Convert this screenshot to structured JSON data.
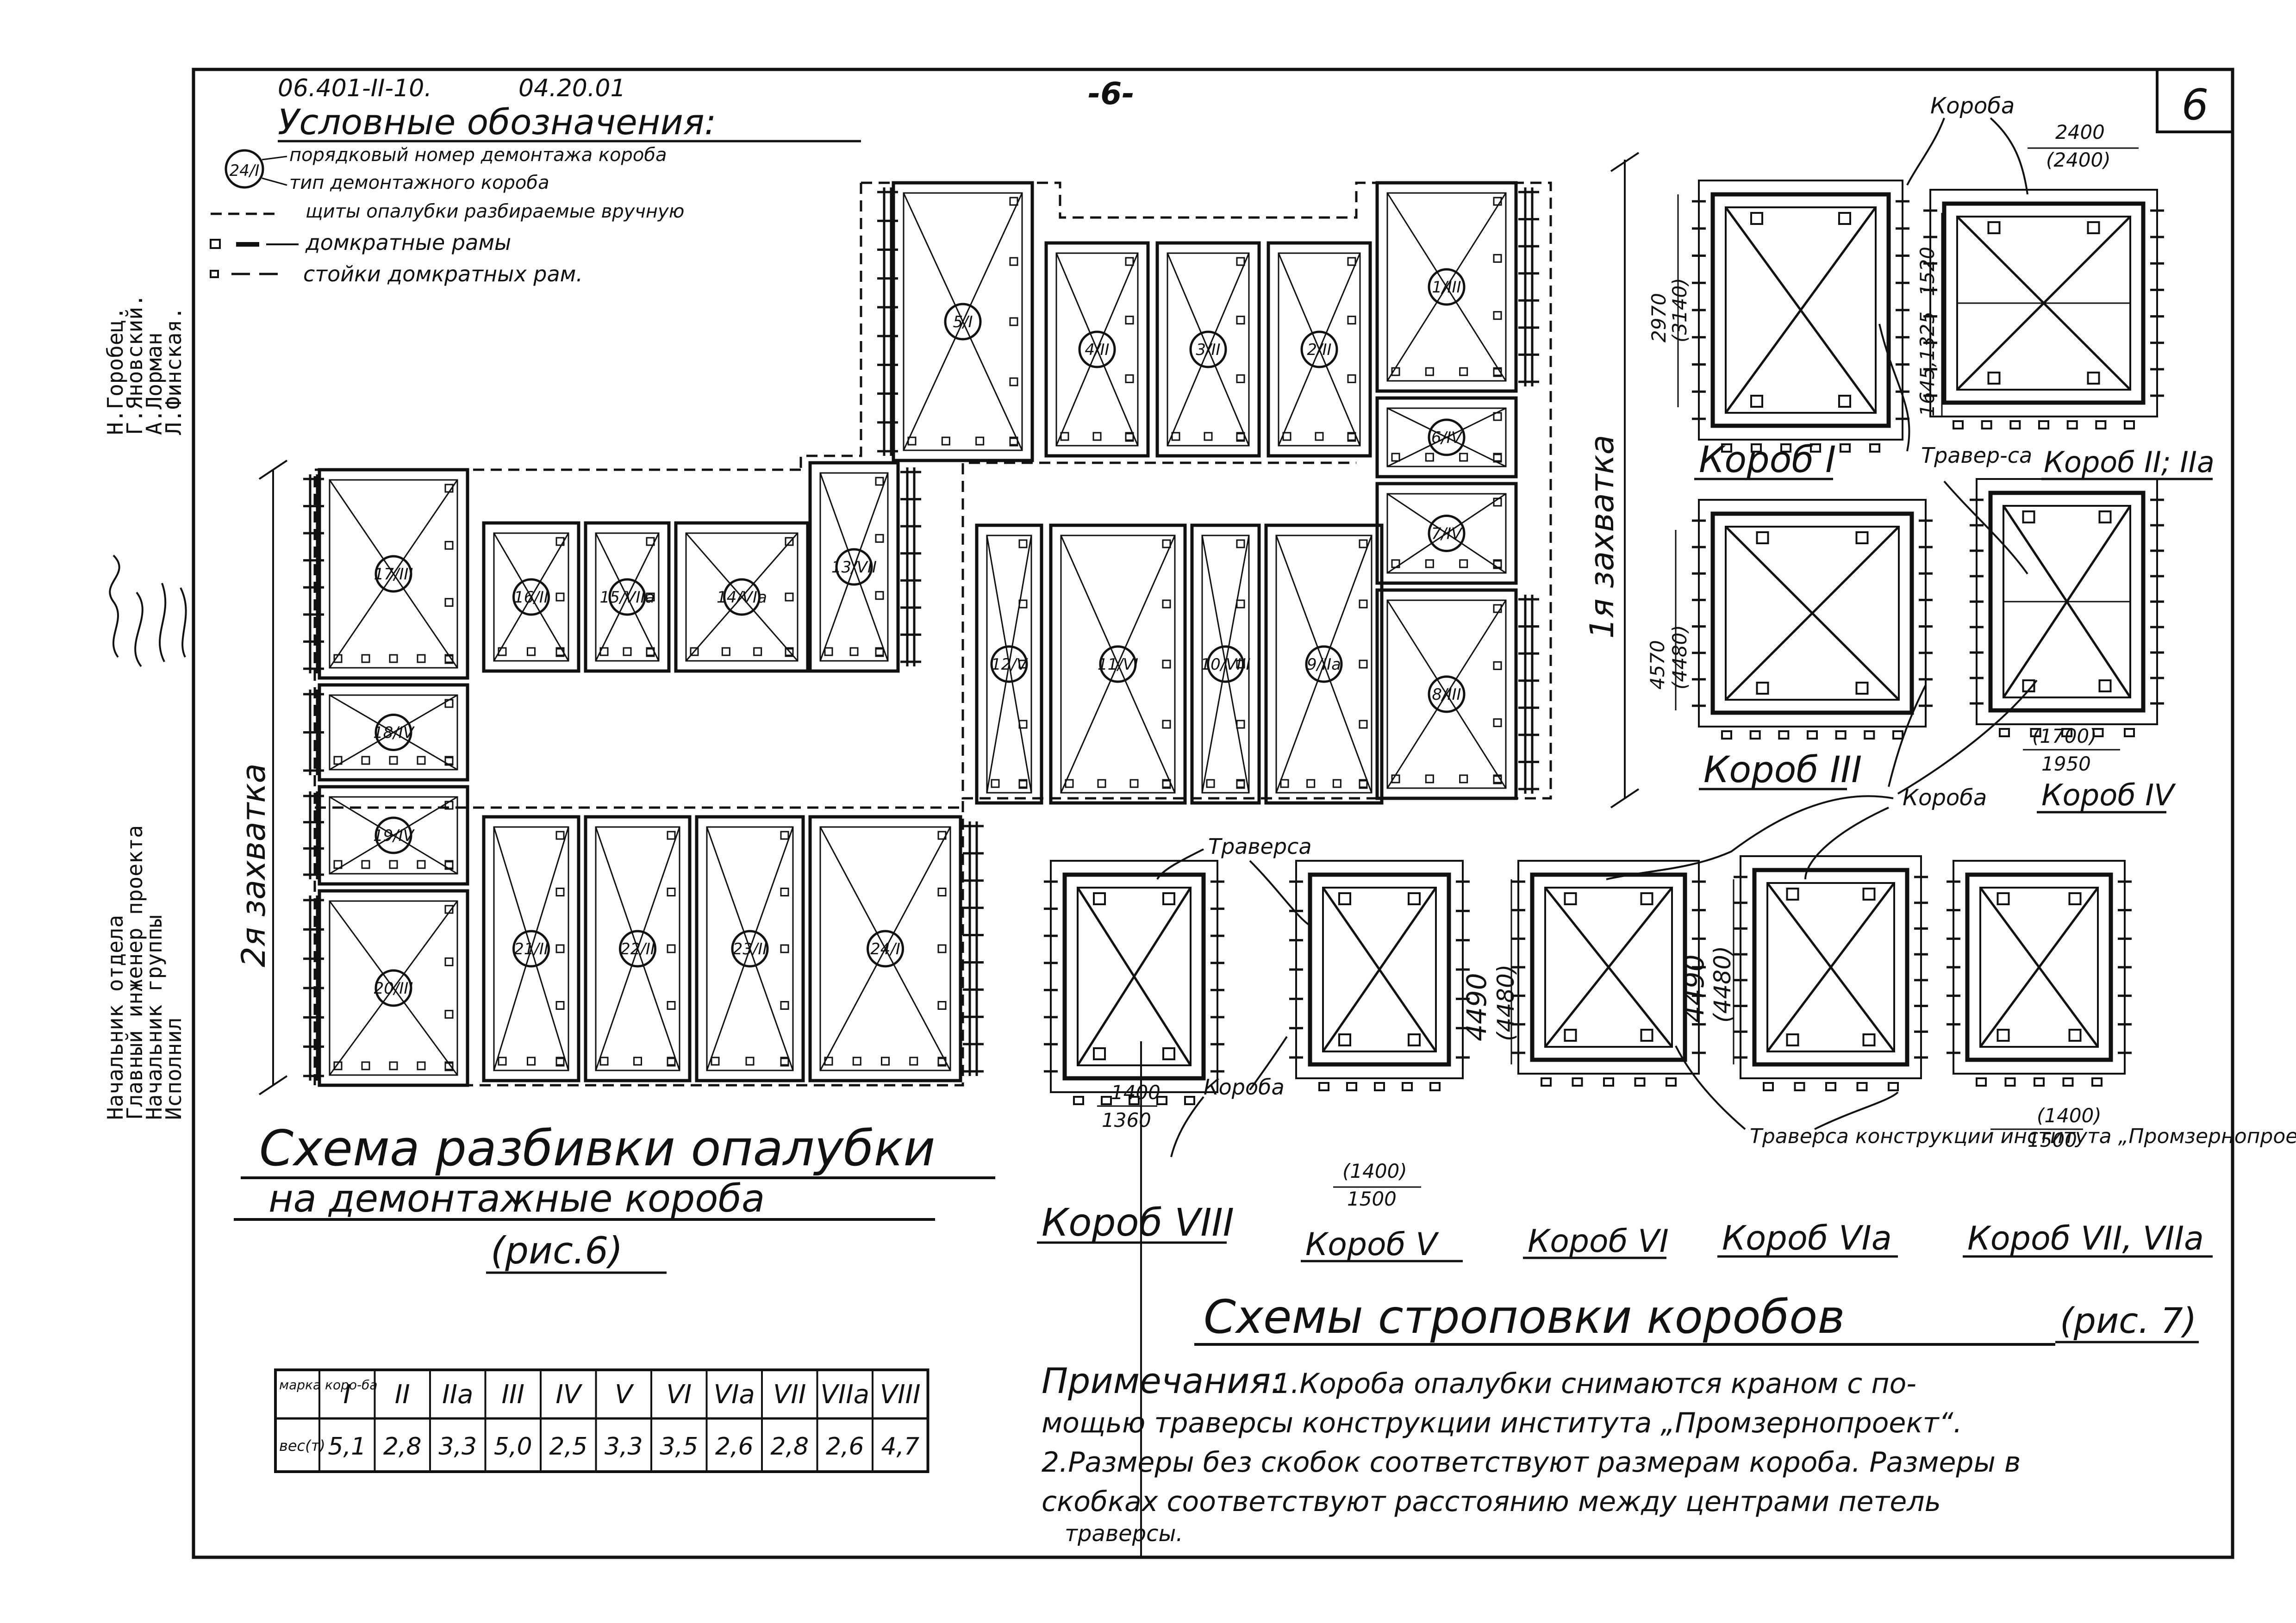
{
  "header": {
    "doc_code": "06.401-II-10.",
    "doc_date": "04.20.01",
    "page_marker": "-6-",
    "sheet_number": "6"
  },
  "side_block": {
    "roles": [
      "Начальник отдела",
      "Главный инженер проекта",
      "Начальник группы",
      "Исполнил"
    ],
    "names": [
      "Н.Горобец.",
      "Г.Яновский.",
      "А.Лорман",
      "Л.Финская."
    ]
  },
  "legend": {
    "title": "Условные обозначения:",
    "symbol_example": "24/I",
    "items": [
      "порядковый номер демонтажа короба",
      "тип демонтажного короба",
      "щиты опалубки разбираемые вручную",
      "домкратные рамы",
      "стойки домкратных рам."
    ]
  },
  "scheme6": {
    "title_line1": "Схема разбивки опалубки",
    "title_line2": "на демонтажные короба",
    "caption": "(рис.6)",
    "zone1_label": "1я захватка",
    "zone2_label": "2я захватка",
    "boxes": [
      "5/I",
      "4/II",
      "3/II",
      "2/II",
      "1/III",
      "6/IV",
      "7/IV",
      "8/III",
      "9/IIa",
      "10/VIII",
      "11/VI",
      "12/V",
      "13/VII",
      "14/VIa",
      "15/VIIa",
      "16/II",
      "17/III",
      "18/IV",
      "19/IV",
      "20/III",
      "21/II",
      "22/II",
      "23/II",
      "24/I"
    ]
  },
  "scheme7": {
    "title": "Схемы строповки коробов",
    "caption": "(рис. 7)",
    "box_labels": [
      "Короб I",
      "Короб II; IIa",
      "Короб III",
      "Короб IV",
      "Короб VIII",
      "Короб V",
      "Короб VI",
      "Короб VIa",
      "Короб VII, VIIa"
    ],
    "callouts": [
      "Короба",
      "Травер-са",
      "Траверса",
      "Короба",
      "Траверса конструкции института „Промзернопроект“",
      "Короба"
    ],
    "dims": [
      "2400",
      "(2400)",
      "2970",
      "(3140)",
      "1520",
      "1645,1325",
      "4570",
      "(4480)",
      "(1700)",
      "1950",
      "1400",
      "1360",
      "(1400)",
      "1500",
      "4490",
      "(4480)",
      "4490",
      "(4480)",
      "(1400)",
      "1500"
    ]
  },
  "weights_table": {
    "header_label": "марка коро-ба",
    "row_label": "вес(т)",
    "marks": [
      "I",
      "II",
      "IIa",
      "III",
      "IV",
      "V",
      "VI",
      "VIa",
      "VII",
      "VIIa",
      "VIII"
    ],
    "weights": [
      "5,1",
      "2,8",
      "3,3",
      "5,0",
      "2,5",
      "3,3",
      "3,5",
      "2,6",
      "2,8",
      "2,6",
      "4,7"
    ]
  },
  "notes": {
    "heading": "Примечания:",
    "note1_line1": "1.Короба опалубки снимаются краном с по-",
    "note1_line2": "мощью траверсы конструкции института „Промзернопроект“.",
    "note2_line1": "2.Размеры без скобок соответствуют размерам короба. Размеры в",
    "note2_line2": "скобках соответствуют расстоянию между центрами петель",
    "note2_line3": "траверсы."
  }
}
